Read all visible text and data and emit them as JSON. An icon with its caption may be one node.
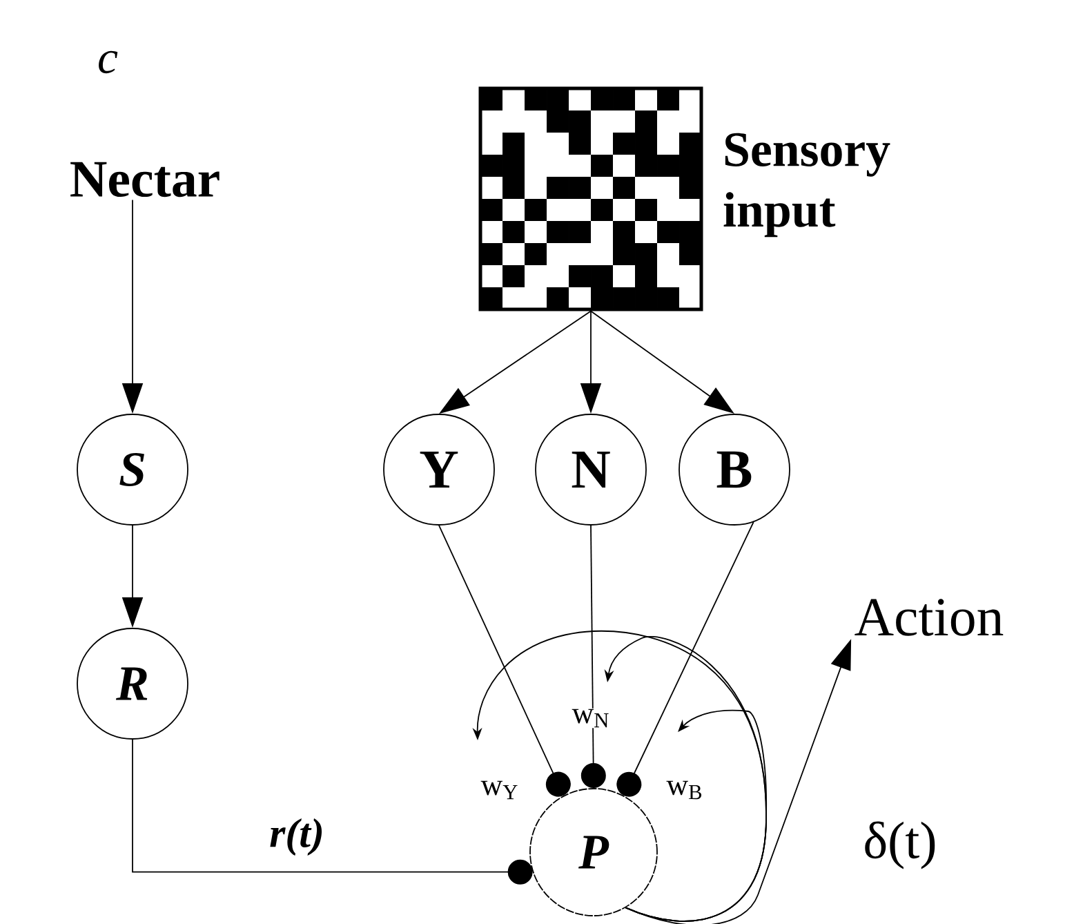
{
  "diagram": {
    "nodes": [
      {
        "text": [
          "Nectar"
        ]
      },
      {
        "text": [],
        "shape": "picture",
        "beside": [
          "Sensory input"
        ]
      },
      {
        "text": [
          "S"
        ]
      },
      {
        "text": [
          "R"
        ]
      },
      {
        "text": [
          "Y"
        ]
      },
      {
        "text": [
          "N"
        ]
      },
      {
        "text": [
          "B"
        ]
      },
      {
        "text": [
          "P"
        ]
      },
      {
        "text": [
          "Action"
        ]
      }
    ],
    "edges": [
      {
        "from": 0,
        "to": 2,
        "arrow": "to"
      },
      {
        "from": 2,
        "to": 3,
        "arrow": "to"
      },
      {
        "from": 1,
        "to": 4,
        "arrow": "to"
      },
      {
        "from": 1,
        "to": 5,
        "arrow": "to"
      },
      {
        "from": 1,
        "to": 6,
        "arrow": "to"
      },
      {
        "from": 3,
        "to": 7,
        "arrow": "other",
        "label": "r(t)"
      },
      {
        "from": 4,
        "to": 7,
        "arrow": "other"
      },
      {
        "from": 5,
        "to": 7,
        "arrow": "other"
      },
      {
        "from": 6,
        "to": 7,
        "arrow": "other"
      },
      {
        "from": 7,
        "to": 8,
        "arrow": "to",
        "label": "δ(t)"
      },
      {
        "from": 7,
        "to": null,
        "arrow": "to"
      },
      {
        "from": 7,
        "to": null,
        "arrow": "to"
      },
      {
        "from": 7,
        "to": null,
        "arrow": "to"
      }
    ],
    "labels": [
      "c",
      "w$_{N}$",
      "w$_{Y}$",
      "w$_{B}$"
    ]
  }
}
